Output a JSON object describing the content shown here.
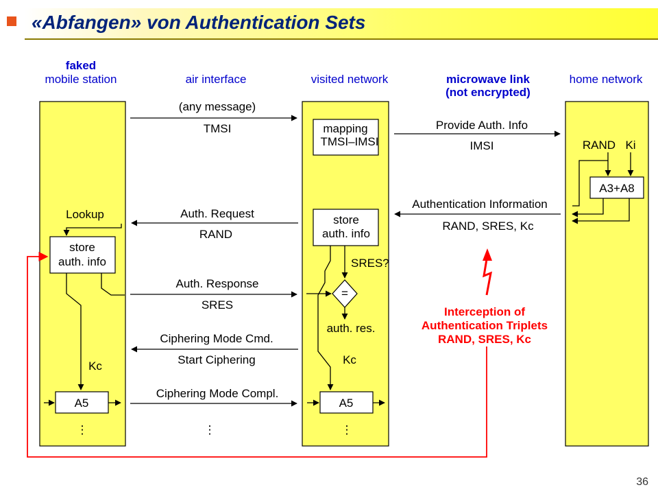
{
  "title": "«Abfangen» von Authentication Sets",
  "page_number": "36",
  "colors": {
    "column_fill": "#ffff66",
    "header_text": "#0000cc",
    "accent_red": "#ff0000",
    "title_text": "#00237a",
    "bullet": "#e8541c"
  },
  "columns": {
    "mobile_station": [
      "faked",
      "mobile station"
    ],
    "air_interface": "air interface",
    "visited_network": "visited network",
    "microwave_link": [
      "microwave link",
      "(not encrypted)"
    ],
    "home_network": "home network"
  },
  "air_messages": [
    {
      "top": "(any message)",
      "bottom": "TMSI",
      "direction": "right"
    },
    {
      "top": "Auth. Request",
      "bottom": "RAND",
      "direction": "left"
    },
    {
      "top": "Auth. Response",
      "bottom": "SRES",
      "direction": "right"
    },
    {
      "top": "Ciphering Mode Cmd.",
      "bottom": "Start Ciphering",
      "direction": "left"
    },
    {
      "top": "Ciphering Mode Compl.",
      "bottom": "",
      "direction": "right"
    }
  ],
  "link_messages": [
    {
      "top": "Provide Auth. Info",
      "bottom": "IMSI",
      "direction": "right"
    },
    {
      "top": "Authentication Information",
      "bottom": "RAND, SRES, Kc",
      "direction": "left"
    }
  ],
  "mobile_station": {
    "lookup": "Lookup",
    "store_box": [
      "store",
      "auth. info"
    ],
    "kc": "Kc",
    "a5": "A5",
    "ellipsis": "⋮"
  },
  "visited_network": {
    "mapping_box": [
      "mapping",
      "TMSI–IMSI"
    ],
    "store_box": [
      "store",
      "auth. info"
    ],
    "sres_q": "SRES?",
    "compare": "=",
    "auth_res": "auth. res.",
    "kc": "Kc",
    "a5": "A5",
    "ellipsis": "⋮"
  },
  "air_ellipsis": "⋮",
  "home_network": {
    "rand": "RAND",
    "ki": "Ki",
    "algo_box": "A3+A8"
  },
  "interception": [
    "Interception of",
    "Authentication Triplets",
    "RAND, SRES, Kc"
  ]
}
